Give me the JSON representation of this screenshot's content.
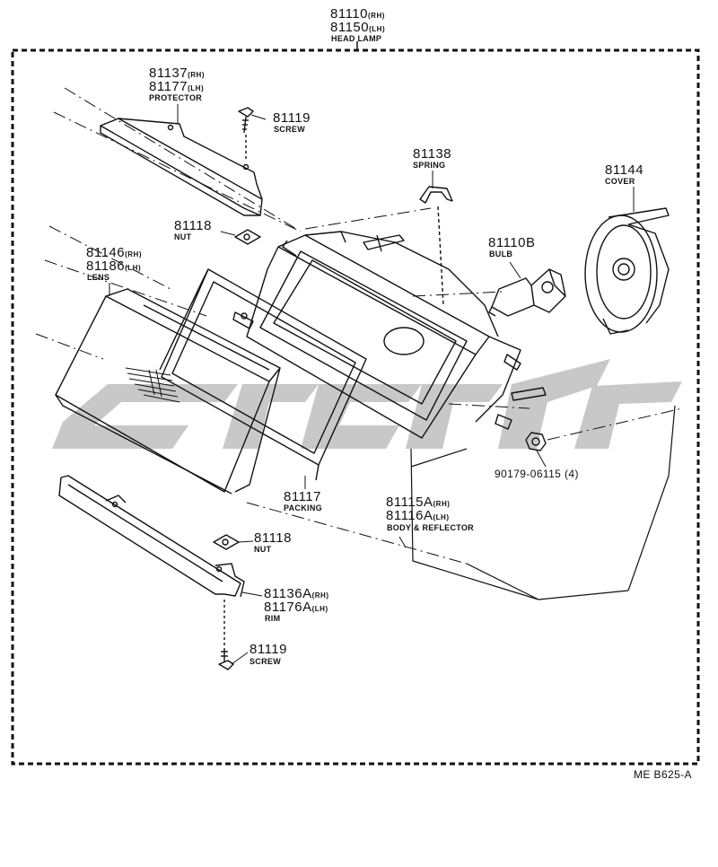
{
  "header": {
    "part_rh": "81110",
    "side_rh": "(RH)",
    "part_lh": "81150",
    "side_lh": "(LH)",
    "name": "HEAD LAMP"
  },
  "callouts": {
    "protector": {
      "rh": "81137",
      "rh_side": "(RH)",
      "lh": "81177",
      "lh_side": "(LH)",
      "name": "PROTECTOR"
    },
    "screw_top": {
      "num": "81119",
      "name": "SCREW"
    },
    "spring": {
      "num": "81138",
      "name": "SPRING"
    },
    "cover": {
      "num": "81144",
      "name": "COVER"
    },
    "nut_top": {
      "num": "81118",
      "name": "NUT"
    },
    "bulb": {
      "num": "81110B",
      "name": "BULB"
    },
    "lens": {
      "rh": "81146",
      "rh_side": "(RH)",
      "lh": "81186",
      "lh_side": "(LH)",
      "name": "LENS"
    },
    "fastener": {
      "num": "90179-06115 (4)"
    },
    "packing": {
      "num": "81117",
      "name": "PACKING"
    },
    "body_reflector": {
      "rh": "81115A",
      "rh_side": "(RH)",
      "lh": "81116A",
      "lh_side": "(LH)",
      "name": "BODY & REFLECTOR"
    },
    "nut_bottom": {
      "num": "81118",
      "name": "NUT"
    },
    "rim": {
      "rh": "81136A",
      "rh_side": "(RH)",
      "lh": "81176A",
      "lh_side": "(LH)",
      "name": "RIM"
    },
    "screw_bottom": {
      "num": "81119",
      "name": "SCREW"
    }
  },
  "footer": {
    "code": "ME B625-A"
  },
  "colors": {
    "ink": "#111111",
    "watermark": "#c8c8c8"
  }
}
